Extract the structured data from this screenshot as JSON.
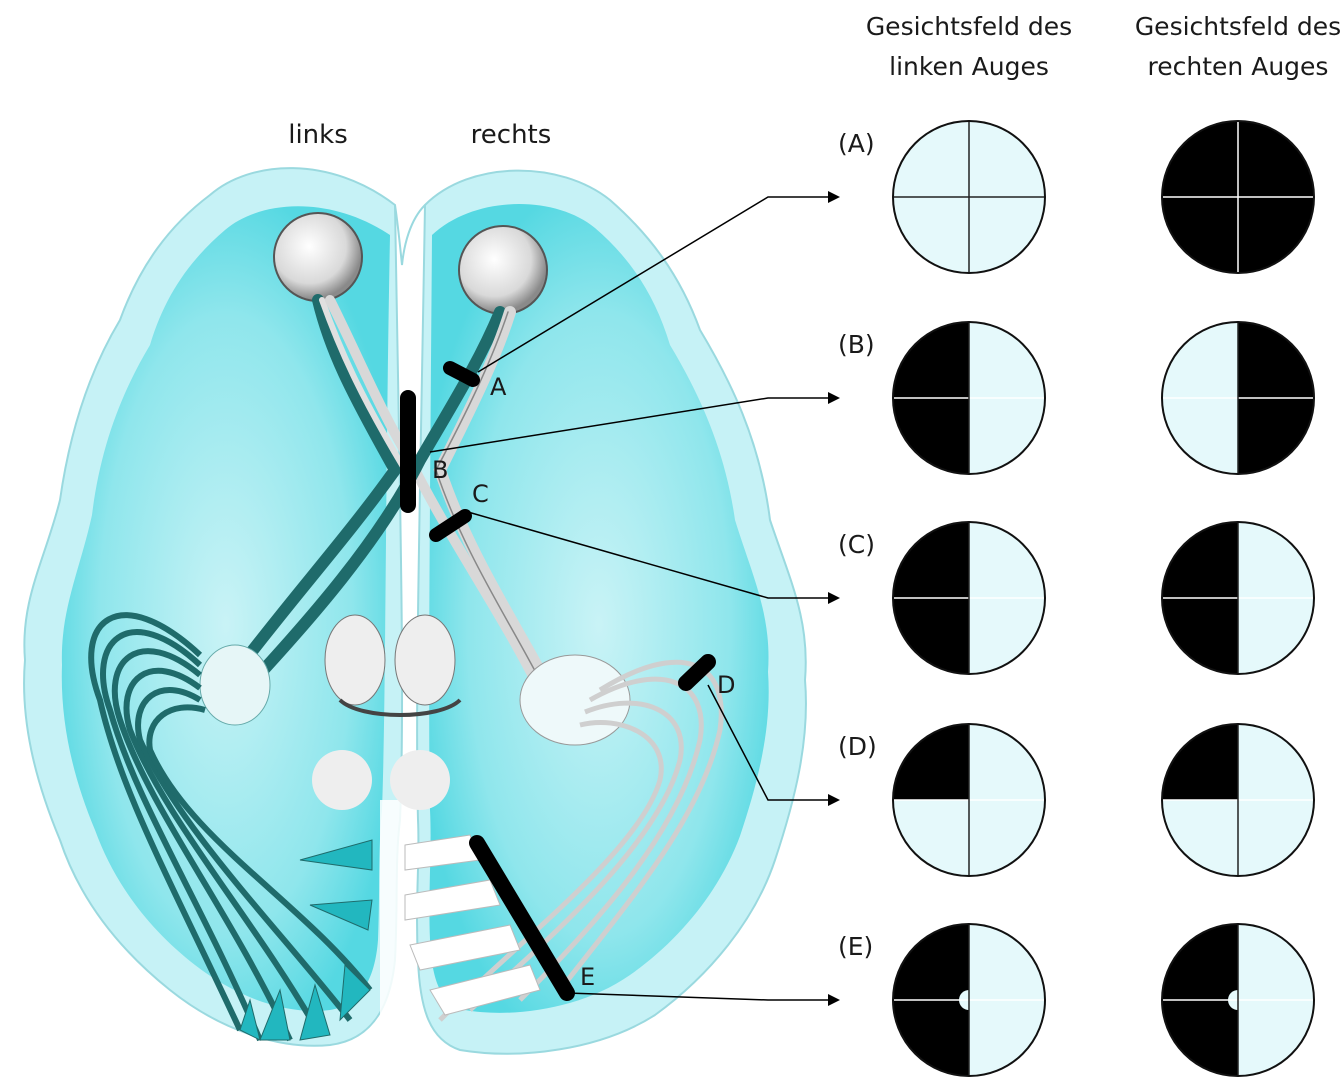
{
  "headers": {
    "left_eye": [
      "Gesichtsfeld des",
      "linken Auges"
    ],
    "right_eye": [
      "Gesichtsfeld des",
      "rechten Auges"
    ]
  },
  "sides": {
    "left": "links",
    "right": "rechts"
  },
  "lesion_labels": [
    "A",
    "B",
    "C",
    "D",
    "E"
  ],
  "rows": [
    {
      "label": "(A)",
      "left_eye_lost": [],
      "right_eye_lost": [
        "upper-left",
        "upper-right",
        "lower-left",
        "lower-right"
      ],
      "macular_sparing": false
    },
    {
      "label": "(B)",
      "left_eye_lost": [
        "upper-left",
        "lower-left"
      ],
      "right_eye_lost": [
        "upper-right",
        "lower-right"
      ],
      "macular_sparing": false
    },
    {
      "label": "(C)",
      "left_eye_lost": [
        "upper-left",
        "lower-left"
      ],
      "right_eye_lost": [
        "upper-left",
        "lower-left"
      ],
      "macular_sparing": false
    },
    {
      "label": "(D)",
      "left_eye_lost": [
        "upper-left"
      ],
      "right_eye_lost": [
        "upper-left"
      ],
      "macular_sparing": false
    },
    {
      "label": "(E)",
      "left_eye_lost": [
        "upper-left",
        "lower-left"
      ],
      "right_eye_lost": [
        "upper-left",
        "lower-left"
      ],
      "macular_sparing": true
    }
  ],
  "colors": {
    "brain_outer": "#c4f1f5",
    "brain_inner": "#6fe0e8",
    "tract_left": "#1f6b6b",
    "field_intact": "#e5f9fb",
    "field_lost": "#000000",
    "lesion": "#000000"
  }
}
